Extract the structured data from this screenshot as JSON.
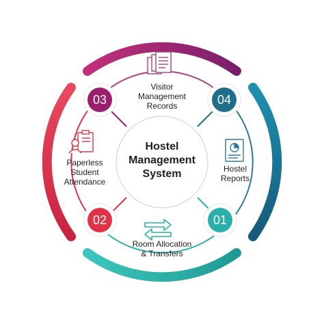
{
  "center": {
    "line1": "Hostel",
    "line2": "Management",
    "line3": "System"
  },
  "segments": [
    {
      "number": "01",
      "line1": "Room Allocation",
      "line2": "& Transfers",
      "icon": "arrows-exchange-icon",
      "color": "#2ab0a8"
    },
    {
      "number": "02",
      "line1": "Paperless",
      "line2": "Student",
      "line3": "Attendance",
      "icon": "clipboard-person-icon",
      "color": "#e0334a"
    },
    {
      "number": "03",
      "line1": "Visitor",
      "line2": "Management",
      "line3": "Records",
      "icon": "documents-icon",
      "color": "#9b1e6e"
    },
    {
      "number": "04",
      "line1": "Hostel",
      "line2": "Reports",
      "icon": "report-chart-icon",
      "color": "#1f6e8c"
    }
  ]
}
